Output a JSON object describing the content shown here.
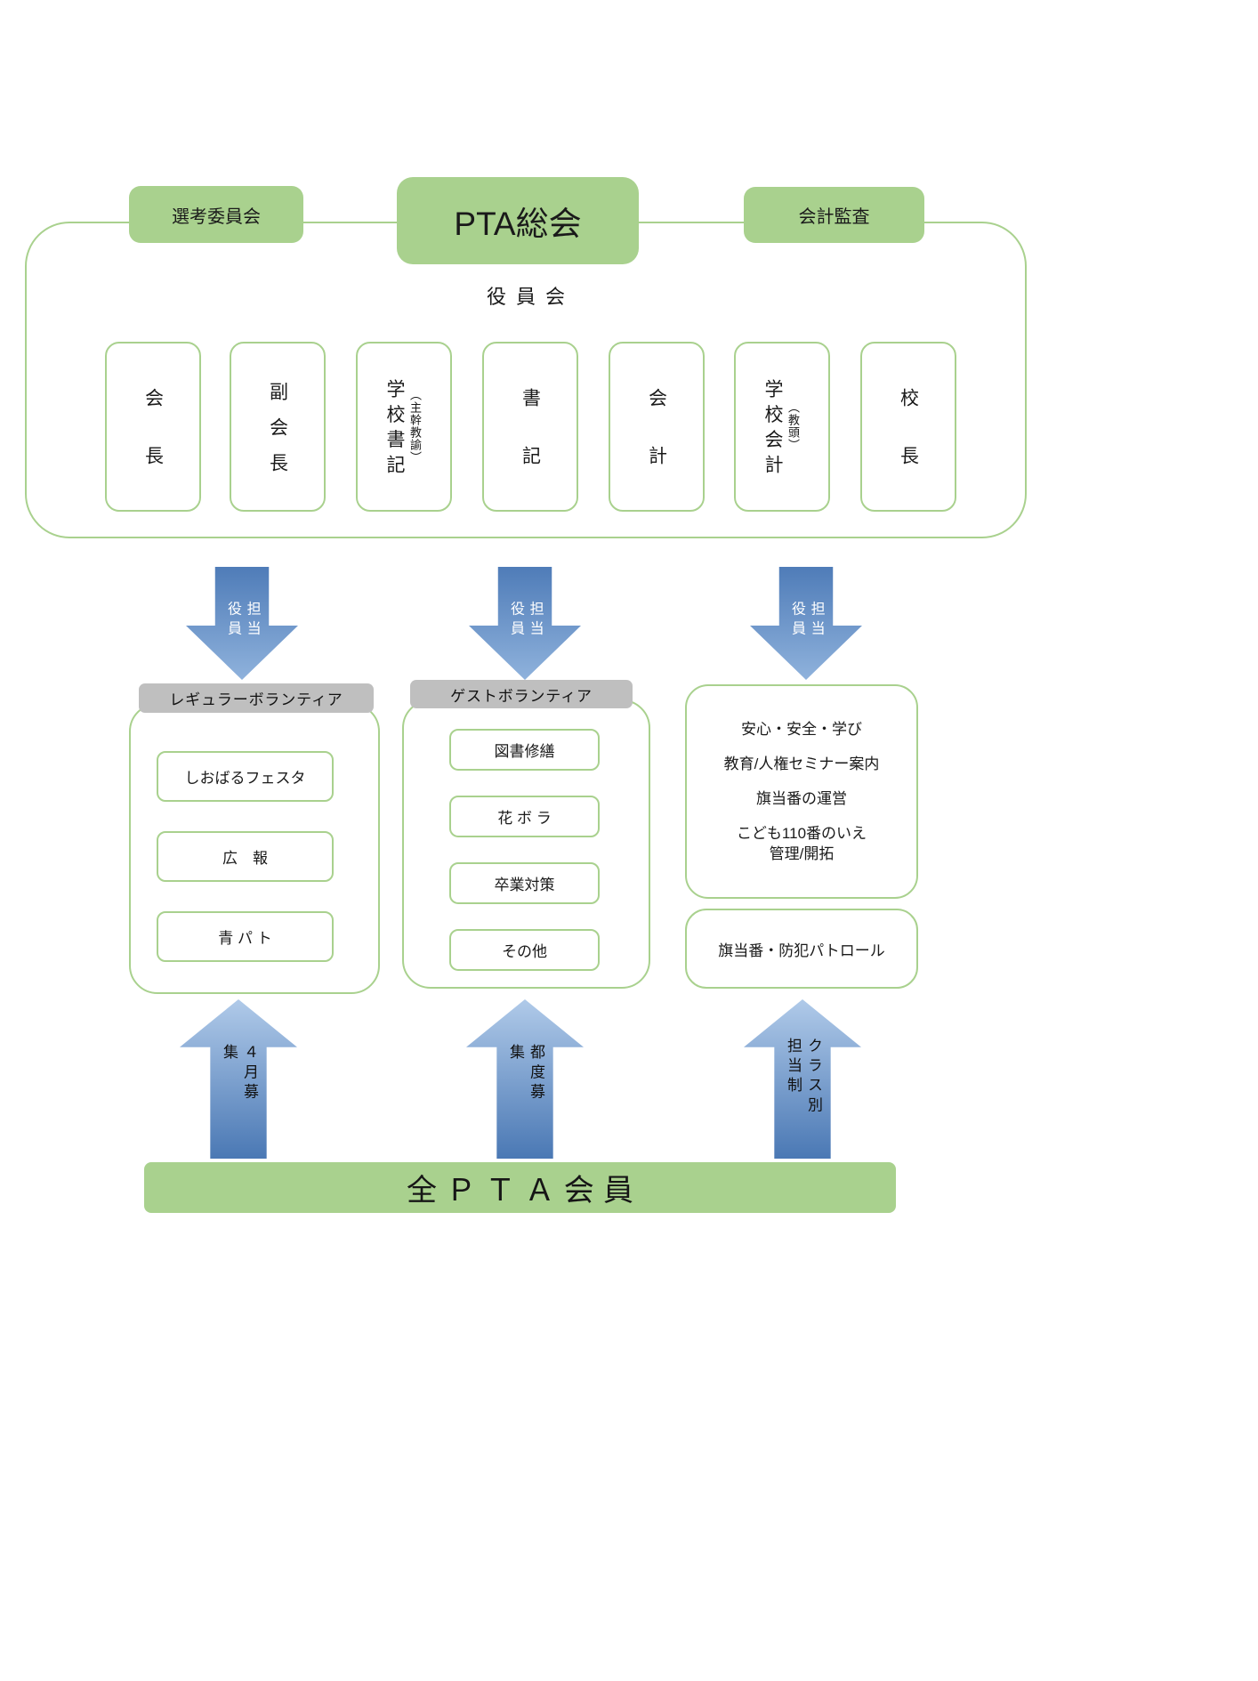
{
  "colors": {
    "green": "#a9d18e",
    "gray_tab": "#bfbfbf",
    "arrow_dark": "#4a78b4",
    "arrow_light": "#b0cae9"
  },
  "header": {
    "selection_committee": "選考委員会",
    "pta_general_meeting": "PTA総会",
    "accounting_audit": "会計監査"
  },
  "officer_board": {
    "title": "役員会",
    "positions": [
      {
        "label": "会長"
      },
      {
        "label": "副会長"
      },
      {
        "label": "学校書記",
        "sub": "（主幹教諭）"
      },
      {
        "label": "書記"
      },
      {
        "label": "会計"
      },
      {
        "label": "学校会計",
        "sub": "（教頭）"
      },
      {
        "label": "校長"
      }
    ]
  },
  "down_arrow_label": "担当役員",
  "regular_volunteer": {
    "title": "レギュラーボランティア",
    "items": [
      "しおばるフェスタ",
      "広　報",
      "青 パ ト"
    ]
  },
  "guest_volunteer": {
    "title": "ゲストボランティア",
    "items": [
      "図書修繕",
      "花 ボ ラ",
      "卒業対策",
      "その他"
    ]
  },
  "class_activities": {
    "lines": [
      "安心・安全・学び",
      "教育/人権セミナー案内",
      "旗当番の運営",
      "こども110番のいえ",
      "管理/開拓"
    ],
    "patrol": "旗当番・防犯パトロール"
  },
  "up_arrows": {
    "april": "４月募集",
    "each_time": "都度募集",
    "by_class": "クラス別担当制"
  },
  "footer": "全ＰＴＡ会員"
}
